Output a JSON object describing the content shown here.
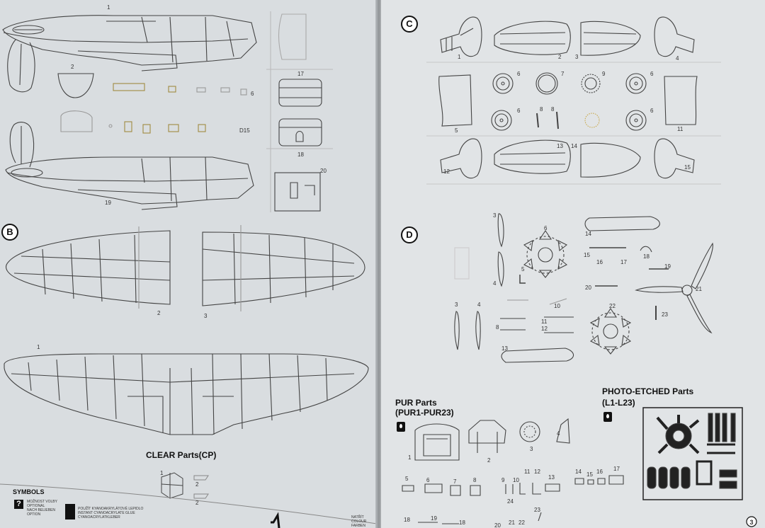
{
  "left": {
    "sprue_a_labels": {
      "p1": "1",
      "p2": "2",
      "p6": "6",
      "d15": "D15",
      "p17": "17",
      "p18": "18",
      "p19": "19",
      "p20": "20"
    },
    "sprue_b": {
      "letter": "B",
      "labels": {
        "p1": "1",
        "p2": "2",
        "p3": "3"
      }
    },
    "clear": {
      "heading": "CLEAR Parts(CP)",
      "labels": {
        "p1": "1",
        "p2a": "2",
        "p2b": "2"
      }
    },
    "symbols": {
      "heading": "SYMBOLS",
      "option_text": "MOŽNOST VOLBY\nOPTIONAL\nNACH BELIEBEN\nOPTION",
      "glue_text": "POUŽÍT KYANOAKRYLÁTOVÉ LEPIDLO\nINSTANT CYANOACRYLATE GLUE\nCYANOACRYLATKLEBER",
      "paint_text": "NATŘÍT\nCOLOUR\nFARBEN"
    }
  },
  "right": {
    "sprue_c": {
      "letter": "C",
      "labels": {
        "p1": "1",
        "p2": "2",
        "p3": "3",
        "p4": "4",
        "p5": "5",
        "p6a": "6",
        "p6b": "6",
        "p6c": "6",
        "p6d": "6",
        "p7": "7",
        "p8a": "8",
        "p8b": "8",
        "p9": "9",
        "p11": "11",
        "p12": "12",
        "p13": "13",
        "p14": "14",
        "p15": "15"
      }
    },
    "sprue_d": {
      "letter": "D",
      "labels": {
        "p3a": "3",
        "p3b": "3",
        "p4a": "4",
        "p4b": "4",
        "p5": "5",
        "p6": "6",
        "p8": "8",
        "p10": "10",
        "p11": "11",
        "p12": "12",
        "p13": "13",
        "p14": "14",
        "p15": "15",
        "p16": "16",
        "p17": "17",
        "p18": "18",
        "p19": "19",
        "p20": "20",
        "p21": "21",
        "p22": "22",
        "p23": "23"
      }
    },
    "pur": {
      "heading_1": "PUR Parts",
      "heading_2": "(PUR1-PUR23)",
      "labels": {
        "p1": "1",
        "p2": "2",
        "p3": "3",
        "p4": "4",
        "p5": "5",
        "p6": "6",
        "p7": "7",
        "p8": "8",
        "p9": "9",
        "p10": "10",
        "p11": "11",
        "p12": "12",
        "p13": "13",
        "p14": "14",
        "p15": "15",
        "p16": "16",
        "p17": "17",
        "p18a": "18",
        "p18b": "18",
        "p19": "19",
        "p20": "20",
        "p21": "21",
        "p22": "22",
        "p23": "23",
        "p24": "24"
      }
    },
    "pe": {
      "heading_1": "PHOTO-ETCHED Parts",
      "heading_2": "(L1-L23)"
    },
    "page_number": "3"
  }
}
